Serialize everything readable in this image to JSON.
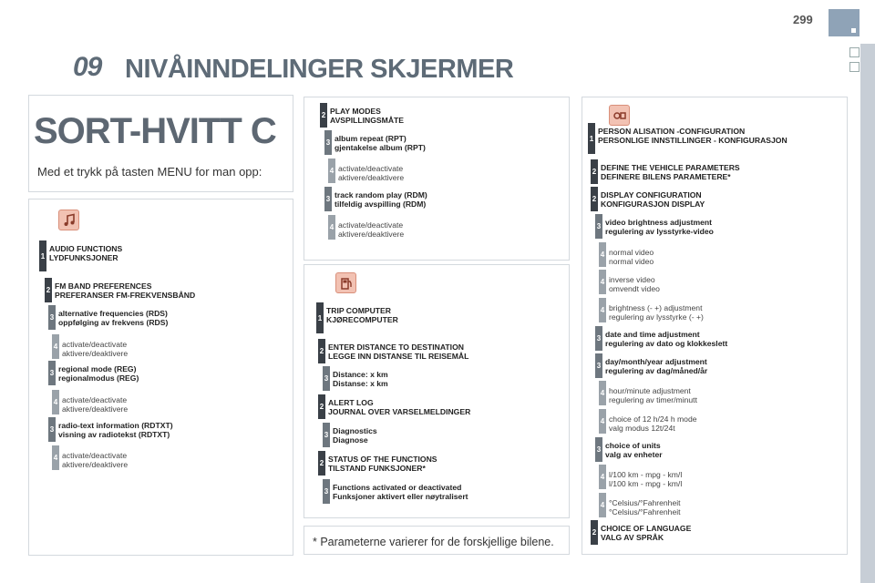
{
  "page_number": "299",
  "chapter": "09",
  "title": "NIVÅINNDELINGER SKJERMER",
  "heading": "SORT-HVITT C",
  "intro": "Med et trykk på tasten MENU for man opp:",
  "footnote": "* Parameterne varierer for de forskjellige bilene.",
  "icons": {
    "audio": "music-note-icon",
    "trip": "fuel-pump-icon",
    "config": "settings-icon"
  },
  "colors": {
    "title": "#5e6b77",
    "level_dark": "#3a4047",
    "level_mid": "#6e777f",
    "level_light": "#9aa2a9",
    "icon_bg": "#f2c2b3"
  },
  "audio": [
    {
      "level": "1",
      "l1": "AUDIO FUNCTIONS",
      "l2": "LYDFUNKSJONER"
    },
    {
      "level": "2",
      "l1": "FM BAND PREFERENCES",
      "l2": "PREFERANSER FM-FREKVENSBÅND"
    },
    {
      "level": "3",
      "l1": "alternative frequencies (RDS)",
      "l2": "oppfølging av frekvens (RDS)"
    },
    {
      "level": "4",
      "l1": "activate/deactivate",
      "l2": "aktivere/deaktivere"
    },
    {
      "level": "3",
      "l1": "regional mode (REG)",
      "l2": "regionalmodus (REG)"
    },
    {
      "level": "4",
      "l1": "activate/deactivate",
      "l2": "aktivere/deaktivere"
    },
    {
      "level": "3",
      "l1": "radio-text information (RDTXT)",
      "l2": "visning av radiotekst (RDTXT)"
    },
    {
      "level": "4",
      "l1": "activate/deactivate",
      "l2": "aktivere/deaktivere"
    }
  ],
  "play": [
    {
      "level": "2",
      "l1": "PLAY MODES",
      "l2": "AVSPILLINGSMÅTE"
    },
    {
      "level": "3",
      "l1": "album repeat (RPT)",
      "l2": "gjentakelse album (RPT)"
    },
    {
      "level": "4",
      "l1": "activate/deactivate",
      "l2": "aktivere/deaktivere"
    },
    {
      "level": "3",
      "l1": "track random play (RDM)",
      "l2": "tilfeldig avspilling (RDM)"
    },
    {
      "level": "4",
      "l1": "activate/deactivate",
      "l2": "aktivere/deaktivere"
    }
  ],
  "trip": [
    {
      "level": "1",
      "l1": "TRIP COMPUTER",
      "l2": "KJØRECOMPUTER"
    },
    {
      "level": "2",
      "l1": "ENTER DISTANCE TO DESTINATION",
      "l2": "LEGGE INN DISTANSE TIL REISEMÅL"
    },
    {
      "level": "3",
      "l1": "Distance: x km",
      "l2": "Distanse: x km"
    },
    {
      "level": "2",
      "l1": "ALERT LOG",
      "l2": "JOURNAL OVER VARSELMELDINGER"
    },
    {
      "level": "3",
      "l1": "Diagnostics",
      "l2": "Diagnose"
    },
    {
      "level": "2",
      "l1": "STATUS OF THE FUNCTIONS",
      "l2": "TILSTAND FUNKSJONER*"
    },
    {
      "level": "3",
      "l1": "Functions activated or deactivated",
      "l2": "Funksjoner aktivert eller nøytralisert"
    }
  ],
  "config": [
    {
      "level": "1",
      "l1": "PERSON ALISATION -CONFIGURATION",
      "l2": "PERSONLIGE INNSTILLINGER - KONFIGURASJON"
    },
    {
      "level": "2",
      "l1": "DEFINE THE VEHICLE PARAMETERS",
      "l2": "DEFINERE BILENS PARAMETERE*"
    },
    {
      "level": "2",
      "l1": "DISPLAY CONFIGURATION",
      "l2": "KONFIGURASJON DISPLAY"
    },
    {
      "level": "3",
      "l1": "video brightness adjustment",
      "l2": "regulering av lysstyrke-video"
    },
    {
      "level": "4",
      "l1": "normal video",
      "l2": "normal video"
    },
    {
      "level": "4",
      "l1": "inverse video",
      "l2": "omvendt video"
    },
    {
      "level": "4",
      "l1": "brightness (- +) adjustment",
      "l2": "regulering av lysstyrke (- +)"
    },
    {
      "level": "3",
      "l1": "date and time adjustment",
      "l2": "regulering av dato og klokkeslett"
    },
    {
      "level": "3",
      "l1": "day/month/year adjustment",
      "l2": "regulering av dag/måned/år"
    },
    {
      "level": "4",
      "l1": "hour/minute adjustment",
      "l2": "regulering av timer/minutt"
    },
    {
      "level": "4",
      "l1": "choice of 12 h/24 h mode",
      "l2": "valg modus 12t/24t"
    },
    {
      "level": "3",
      "l1": "choice of units",
      "l2": "valg av enheter"
    },
    {
      "level": "4",
      "l1": "l/100 km - mpg - km/l",
      "l2": "l/100 km - mpg - km/l"
    },
    {
      "level": "4",
      "l1": "°Celsius/°Fahrenheit",
      "l2": "°Celsius/°Fahrenheit"
    },
    {
      "level": "2",
      "l1": "CHOICE OF LANGUAGE",
      "l2": "VALG AV SPRÅK"
    }
  ]
}
